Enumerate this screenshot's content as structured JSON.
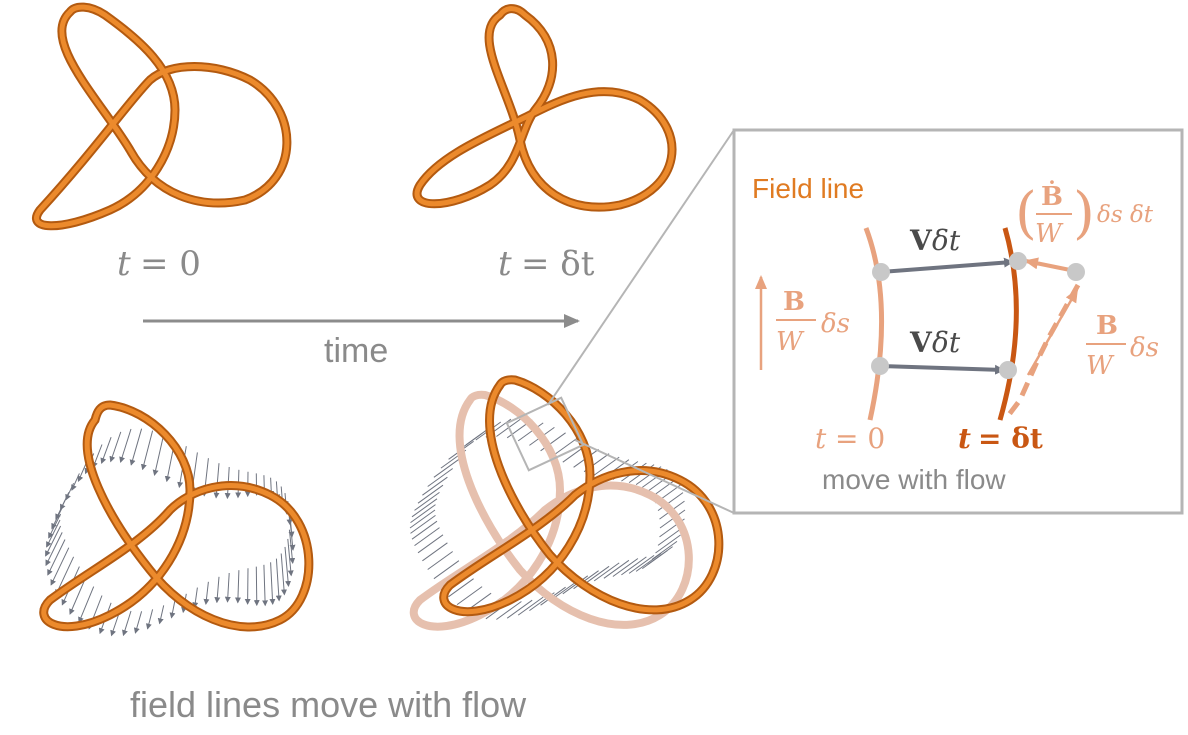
{
  "panels": {
    "top_left_label_t": "t",
    "top_left_label_eq": "= 0",
    "top_right_label_t": "t",
    "top_right_label_eq": "= δt",
    "time_label": "time",
    "bottom_caption": "field lines move with flow"
  },
  "inset": {
    "title": "Field line",
    "upper_arrow_label_bold": "V",
    "upper_arrow_label_rest": "δt",
    "lower_arrow_label_bold": "V",
    "lower_arrow_label_rest": "δt",
    "left_frac_num": "B",
    "left_frac_den": "W",
    "left_frac_suffix": "δs",
    "right_frac_num": "B",
    "right_frac_den": "W",
    "right_frac_suffix": "δs",
    "top_frac_num": "Ḃ",
    "top_frac_den": "W",
    "top_frac_suffix": "δs δt",
    "left_time_t": "t",
    "left_time_eq": "= 0",
    "right_time_t": "t",
    "right_time_eq": "= δt",
    "footer": "move with flow"
  },
  "colors": {
    "knot_orange": "#e07b22",
    "knot_dark": "#b35a10",
    "faded_orange": "#e8a27e",
    "dark_orange": "#c95713",
    "arrow_gray": "#6f7480",
    "dot_gray": "#c8c8c8",
    "frame_gray": "#b5b5b5",
    "text_gray": "#8a8a8a"
  }
}
